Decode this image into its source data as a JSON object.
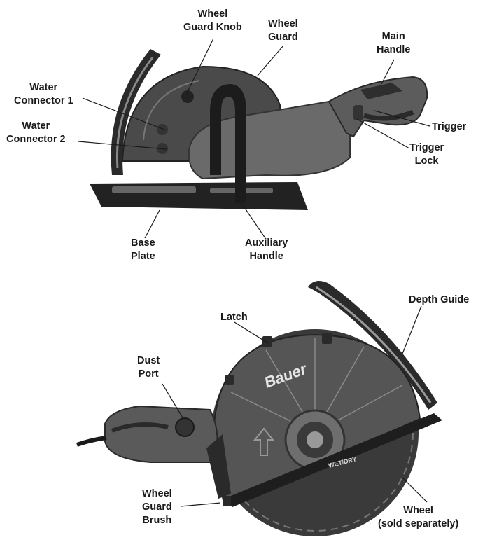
{
  "brand_logo": "Bauer",
  "blade_print": "WET/DRY",
  "upper_view": {
    "labels": {
      "wheel_guard_knob": [
        "Wheel",
        "Guard Knob"
      ],
      "wheel_guard": [
        "Wheel",
        "Guard"
      ],
      "main_handle": [
        "Main",
        "Handle"
      ],
      "water_connector_1": [
        "Water",
        "Connector 1"
      ],
      "water_connector_2": [
        "Water",
        "Connector 2"
      ],
      "trigger": [
        "Trigger"
      ],
      "trigger_lock": [
        "Trigger",
        "Lock"
      ],
      "base_plate": [
        "Base",
        "Plate"
      ],
      "auxiliary_handle": [
        "Auxiliary",
        "Handle"
      ]
    }
  },
  "lower_view": {
    "labels": {
      "latch": [
        "Latch"
      ],
      "depth_guide": [
        "Depth Guide"
      ],
      "dust_port": [
        "Dust",
        "Port"
      ],
      "wheel_guard_brush": [
        "Wheel",
        "Guard",
        "Brush"
      ],
      "wheel": [
        "Wheel",
        "(sold separately)"
      ]
    }
  }
}
